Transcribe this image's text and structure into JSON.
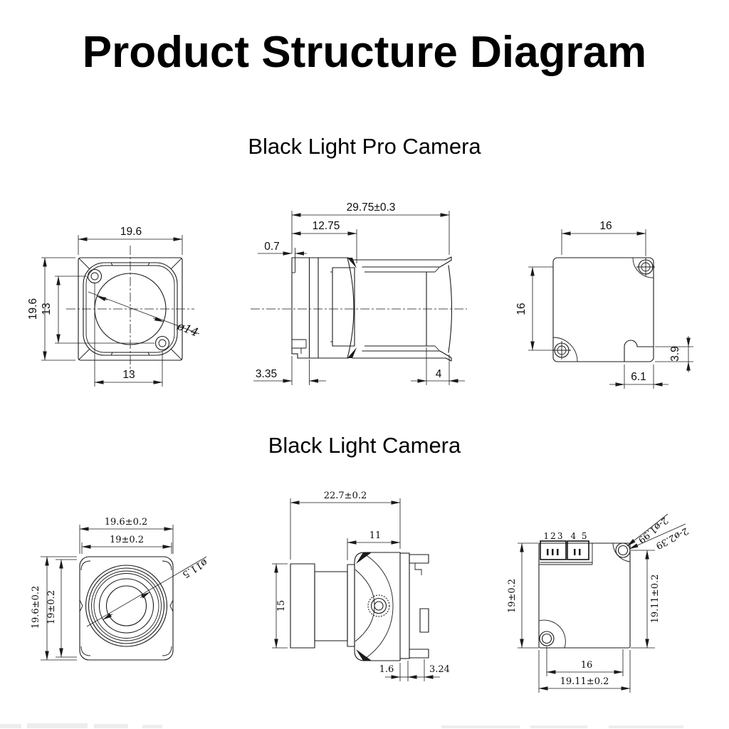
{
  "title": "Product Structure Diagram",
  "sections": {
    "pro": "Black Light Pro Camera",
    "standard": "Black Light Camera"
  },
  "pro_front": {
    "width_top": "19.6",
    "height_left": "19.6",
    "hole_pitch_v": "13",
    "hole_pitch_h": "13",
    "lens_dia": "ø14"
  },
  "pro_side": {
    "overall_len": "29.75±0.3",
    "front_len": "12.75",
    "step": "0.7",
    "flange": "3.35",
    "rear": "4"
  },
  "pro_back": {
    "hole_pitch_h": "16",
    "hole_pitch_v": "16",
    "notch_h": "3.9",
    "notch_w": "6.1"
  },
  "bl_front": {
    "width_outer": "19.6±0.2",
    "width_inner": "19±0.2",
    "height_outer": "19.6±0.2",
    "height_inner": "19±0.2",
    "lens_dia": "ø11.5"
  },
  "bl_side": {
    "overall_len": "22.7±0.2",
    "rear_len": "11",
    "lens_h": "15",
    "gap": "1.6",
    "tab": "3.24"
  },
  "bl_back": {
    "pins_left": "123",
    "pins_right": "4 5",
    "height_left": "19±0.2",
    "height_right": "19.11±0.2",
    "hole_pitch": "16",
    "width_bottom": "19.11±0.2",
    "hole_small": "2-ø1.99",
    "hole_large": "2-ø2.39"
  }
}
